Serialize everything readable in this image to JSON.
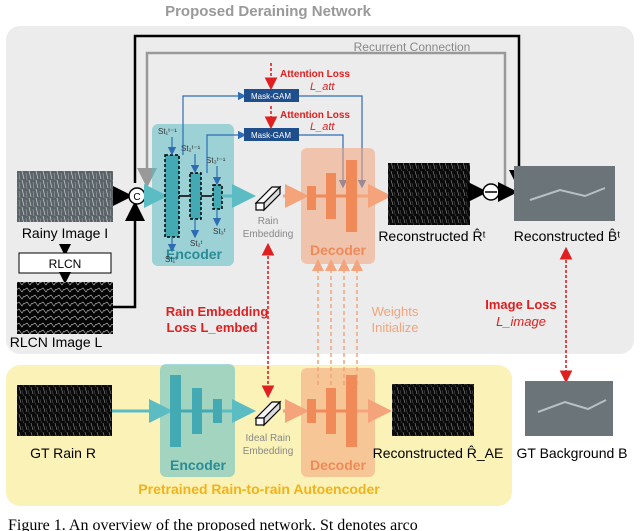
{
  "figure": {
    "title": "Proposed Deraining Network",
    "recurrent_label": "Recurrent Connection",
    "concat_symbol": "C",
    "attention_loss_label": "Attention Loss",
    "attention_loss_symbol": "L_att",
    "mask_gam_label": "Mask-GAM",
    "stage_labels": [
      "St₁ᵗ⁻¹",
      "St₂ᵗ⁻¹",
      "St₃ᵗ⁻¹",
      "St₁ᵗ",
      "St₂ᵗ",
      "St₃ᵗ"
    ],
    "encoder_label": "Encoder",
    "decoder_label": "Decoder",
    "rain_embedding_label": [
      "Rain",
      "Embedding"
    ],
    "ideal_rain_embedding_label": [
      "Ideal Rain",
      "Embedding"
    ],
    "rainy_image_label": "Rainy Image I",
    "rlcn_box_label": "RLCN",
    "rlcn_image_label": "RLCN Image L",
    "reconstructed_r_label": "Reconstructed R̂ᵗ",
    "reconstructed_b_label": "Reconstructed B̂ᵗ",
    "rain_embedding_loss_label": [
      "Rain Embedding",
      "Loss L_embed"
    ],
    "weights_initialize_label": [
      "Weights",
      "Initialize"
    ],
    "image_loss_label": [
      "Image Loss",
      "L_image"
    ],
    "gt_rain_label": "GT Rain R",
    "reconstructed_rae_label": "Reconstructed R̂_AE",
    "gt_background_label": "GT Background B",
    "autoencoder_title": "Pretrained Rain-to-rain Autoencoder",
    "caption": "Figure 1. An overview of the proposed network. St denotes arco",
    "colors": {
      "teal": "#5bbcc4",
      "orange": "#f4a37a",
      "red": "#e02020",
      "blue": "#2f6db3",
      "navy": "#1f4e8c",
      "yellow_panel": "#fbf2b8",
      "gray_panel": "#ececec"
    }
  }
}
